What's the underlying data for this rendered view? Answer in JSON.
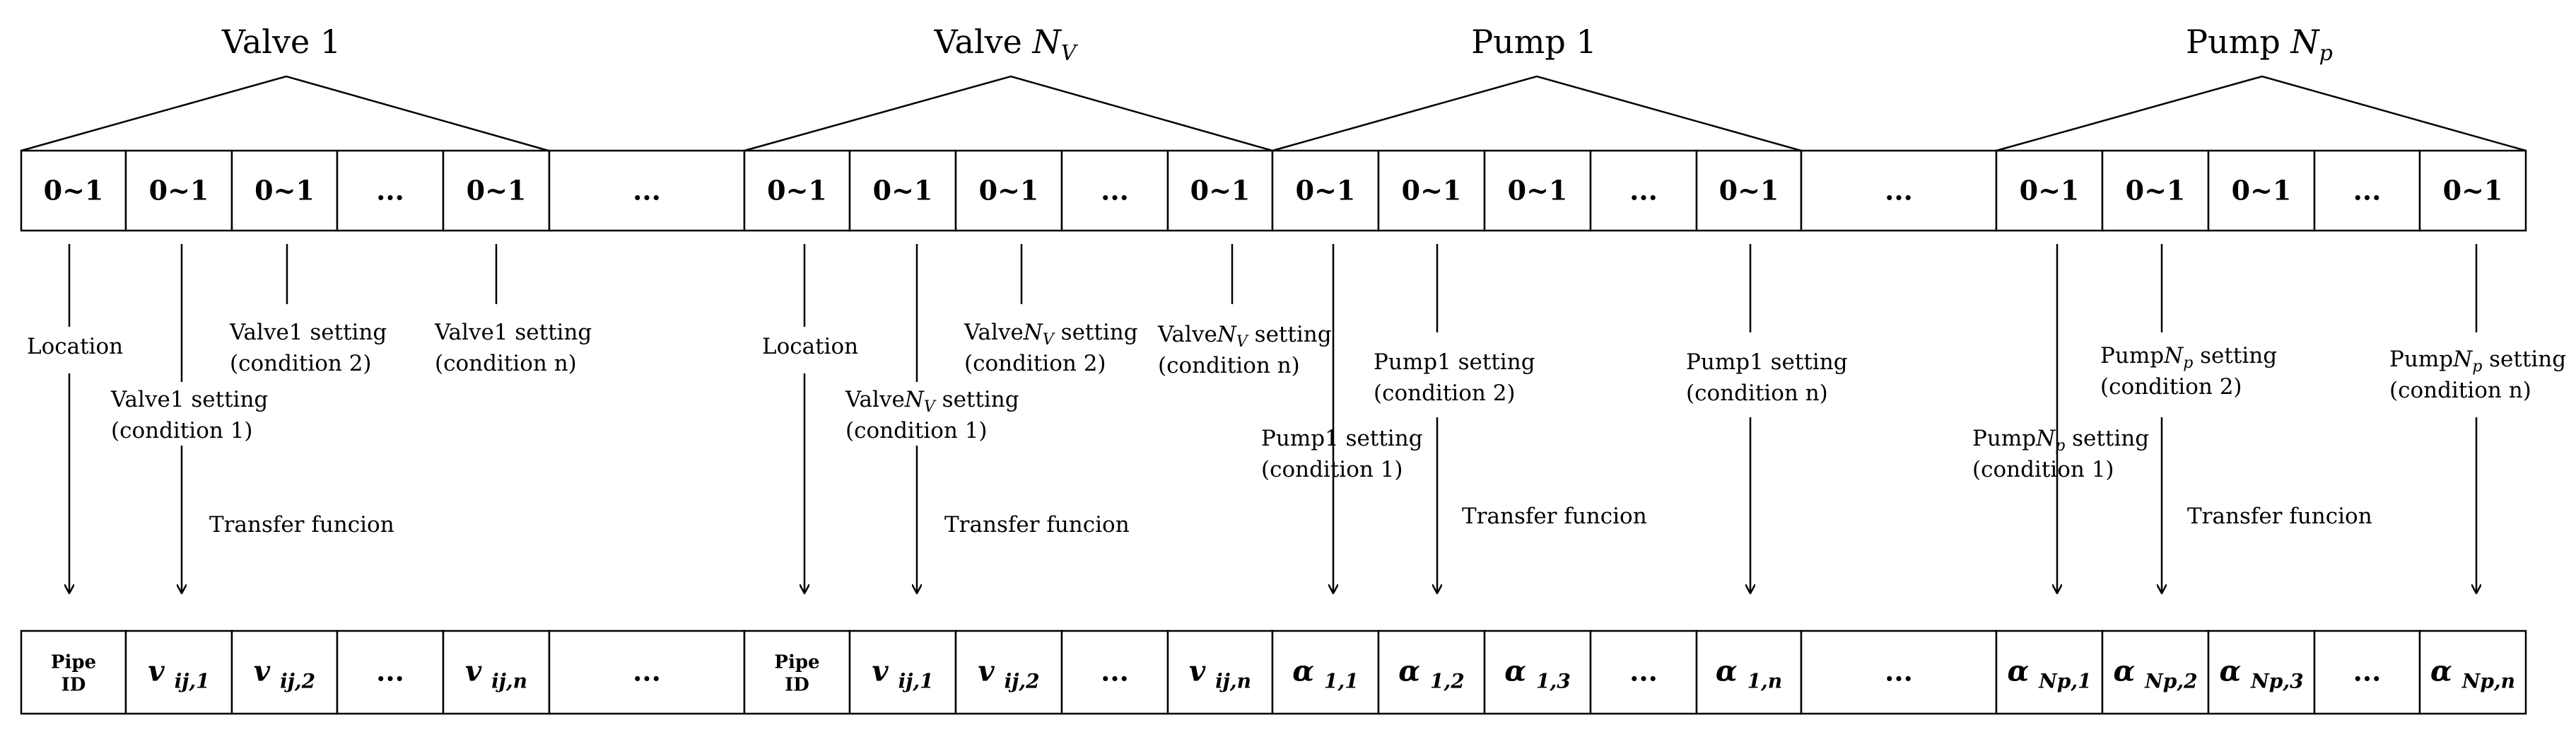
{
  "groups": {
    "valve1": "Valve 1",
    "valveNv": {
      "prefix": "Valve ",
      "sym": "N",
      "sub": "V"
    },
    "pump1": "Pump 1",
    "pumpNp": {
      "prefix": "Pump ",
      "sym": "N",
      "sub": "p"
    }
  },
  "top_row": [
    "0~1",
    "0~1",
    "0~1",
    "...",
    "0~1",
    "...",
    "0~1",
    "0~1",
    "0~1",
    "...",
    "0~1",
    "0~1",
    "0~1",
    "0~1",
    "...",
    "0~1",
    "...",
    "0~1",
    "0~1",
    "0~1",
    "...",
    "0~1"
  ],
  "bottom_row": [
    {
      "type": "pipe",
      "l1": "Pipe",
      "l2": "ID"
    },
    {
      "type": "var",
      "base": "v",
      "sub": "ij,1"
    },
    {
      "type": "var",
      "base": "v",
      "sub": "ij,2"
    },
    {
      "type": "dots",
      "text": "..."
    },
    {
      "type": "var",
      "base": "v",
      "sub": "ij,n"
    },
    {
      "type": "dots",
      "text": "..."
    },
    {
      "type": "pipe",
      "l1": "Pipe",
      "l2": "ID"
    },
    {
      "type": "var",
      "base": "v",
      "sub": "ij,1"
    },
    {
      "type": "var",
      "base": "v",
      "sub": "ij,2"
    },
    {
      "type": "dots",
      "text": "..."
    },
    {
      "type": "var",
      "base": "v",
      "sub": "ij,n"
    },
    {
      "type": "var",
      "base": "α",
      "sub": "1,1"
    },
    {
      "type": "var",
      "base": "α",
      "sub": "1,2"
    },
    {
      "type": "var",
      "base": "α",
      "sub": "1,3"
    },
    {
      "type": "dots",
      "text": "..."
    },
    {
      "type": "var",
      "base": "α",
      "sub": "1,n"
    },
    {
      "type": "dots",
      "text": "..."
    },
    {
      "type": "var",
      "base": "α",
      "sub": "Np,1"
    },
    {
      "type": "var",
      "base": "α",
      "sub": "Np,2"
    },
    {
      "type": "var",
      "base": "α",
      "sub": "Np,3"
    },
    {
      "type": "dots",
      "text": "..."
    },
    {
      "type": "var",
      "base": "α",
      "sub": "Np,n"
    }
  ],
  "annotations": {
    "location": "Location",
    "transfer": "Transfer funcion",
    "v1_c1": [
      "Valve1 setting",
      "(condition 1)"
    ],
    "v1_c2": [
      "Valve1 setting",
      "(condition 2)"
    ],
    "v1_cn": [
      "Valve1 setting",
      "(condition n)"
    ],
    "vn_c1": [
      "Valve",
      " setting",
      "(condition 1)"
    ],
    "vn_c2": [
      "Valve",
      " setting",
      "(condition 2)"
    ],
    "vn_cn": [
      "Valve",
      " setting",
      "(condition n)"
    ],
    "p1_c1": [
      "Pump1 setting",
      "(condition 1)"
    ],
    "p1_c2": [
      "Pump1 setting",
      "(condition 2)"
    ],
    "p1_cn": [
      "Pump1 setting",
      "(condition n)"
    ],
    "pn_c1": [
      "Pump",
      " setting",
      "(condition 1)"
    ],
    "pn_c2": [
      "Pump",
      " setting",
      "(condition 2)"
    ],
    "pn_cn": [
      "Pump",
      " setting",
      "(condition n)"
    ]
  }
}
